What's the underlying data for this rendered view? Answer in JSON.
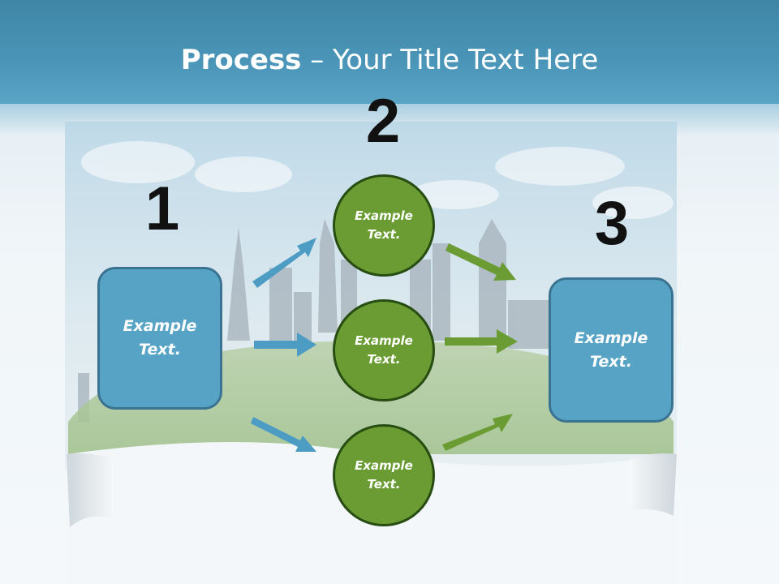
{
  "title": {
    "bold": "Process",
    "rest": " – Your Title Text Here"
  },
  "steps": {
    "one": "1",
    "two": "2",
    "three": "3"
  },
  "left_box": {
    "label": "Example\nText."
  },
  "right_box": {
    "label": "Example\nText."
  },
  "circles": [
    {
      "label": "Example\nText."
    },
    {
      "label": "Example\nText."
    },
    {
      "label": "Example\nText."
    }
  ],
  "colors": {
    "header": "#4a95b8",
    "box": "#57a3c6",
    "circle": "#6a9c33",
    "blue_arrow": "#4d9cc4",
    "green_arrow": "#6a9c33"
  }
}
